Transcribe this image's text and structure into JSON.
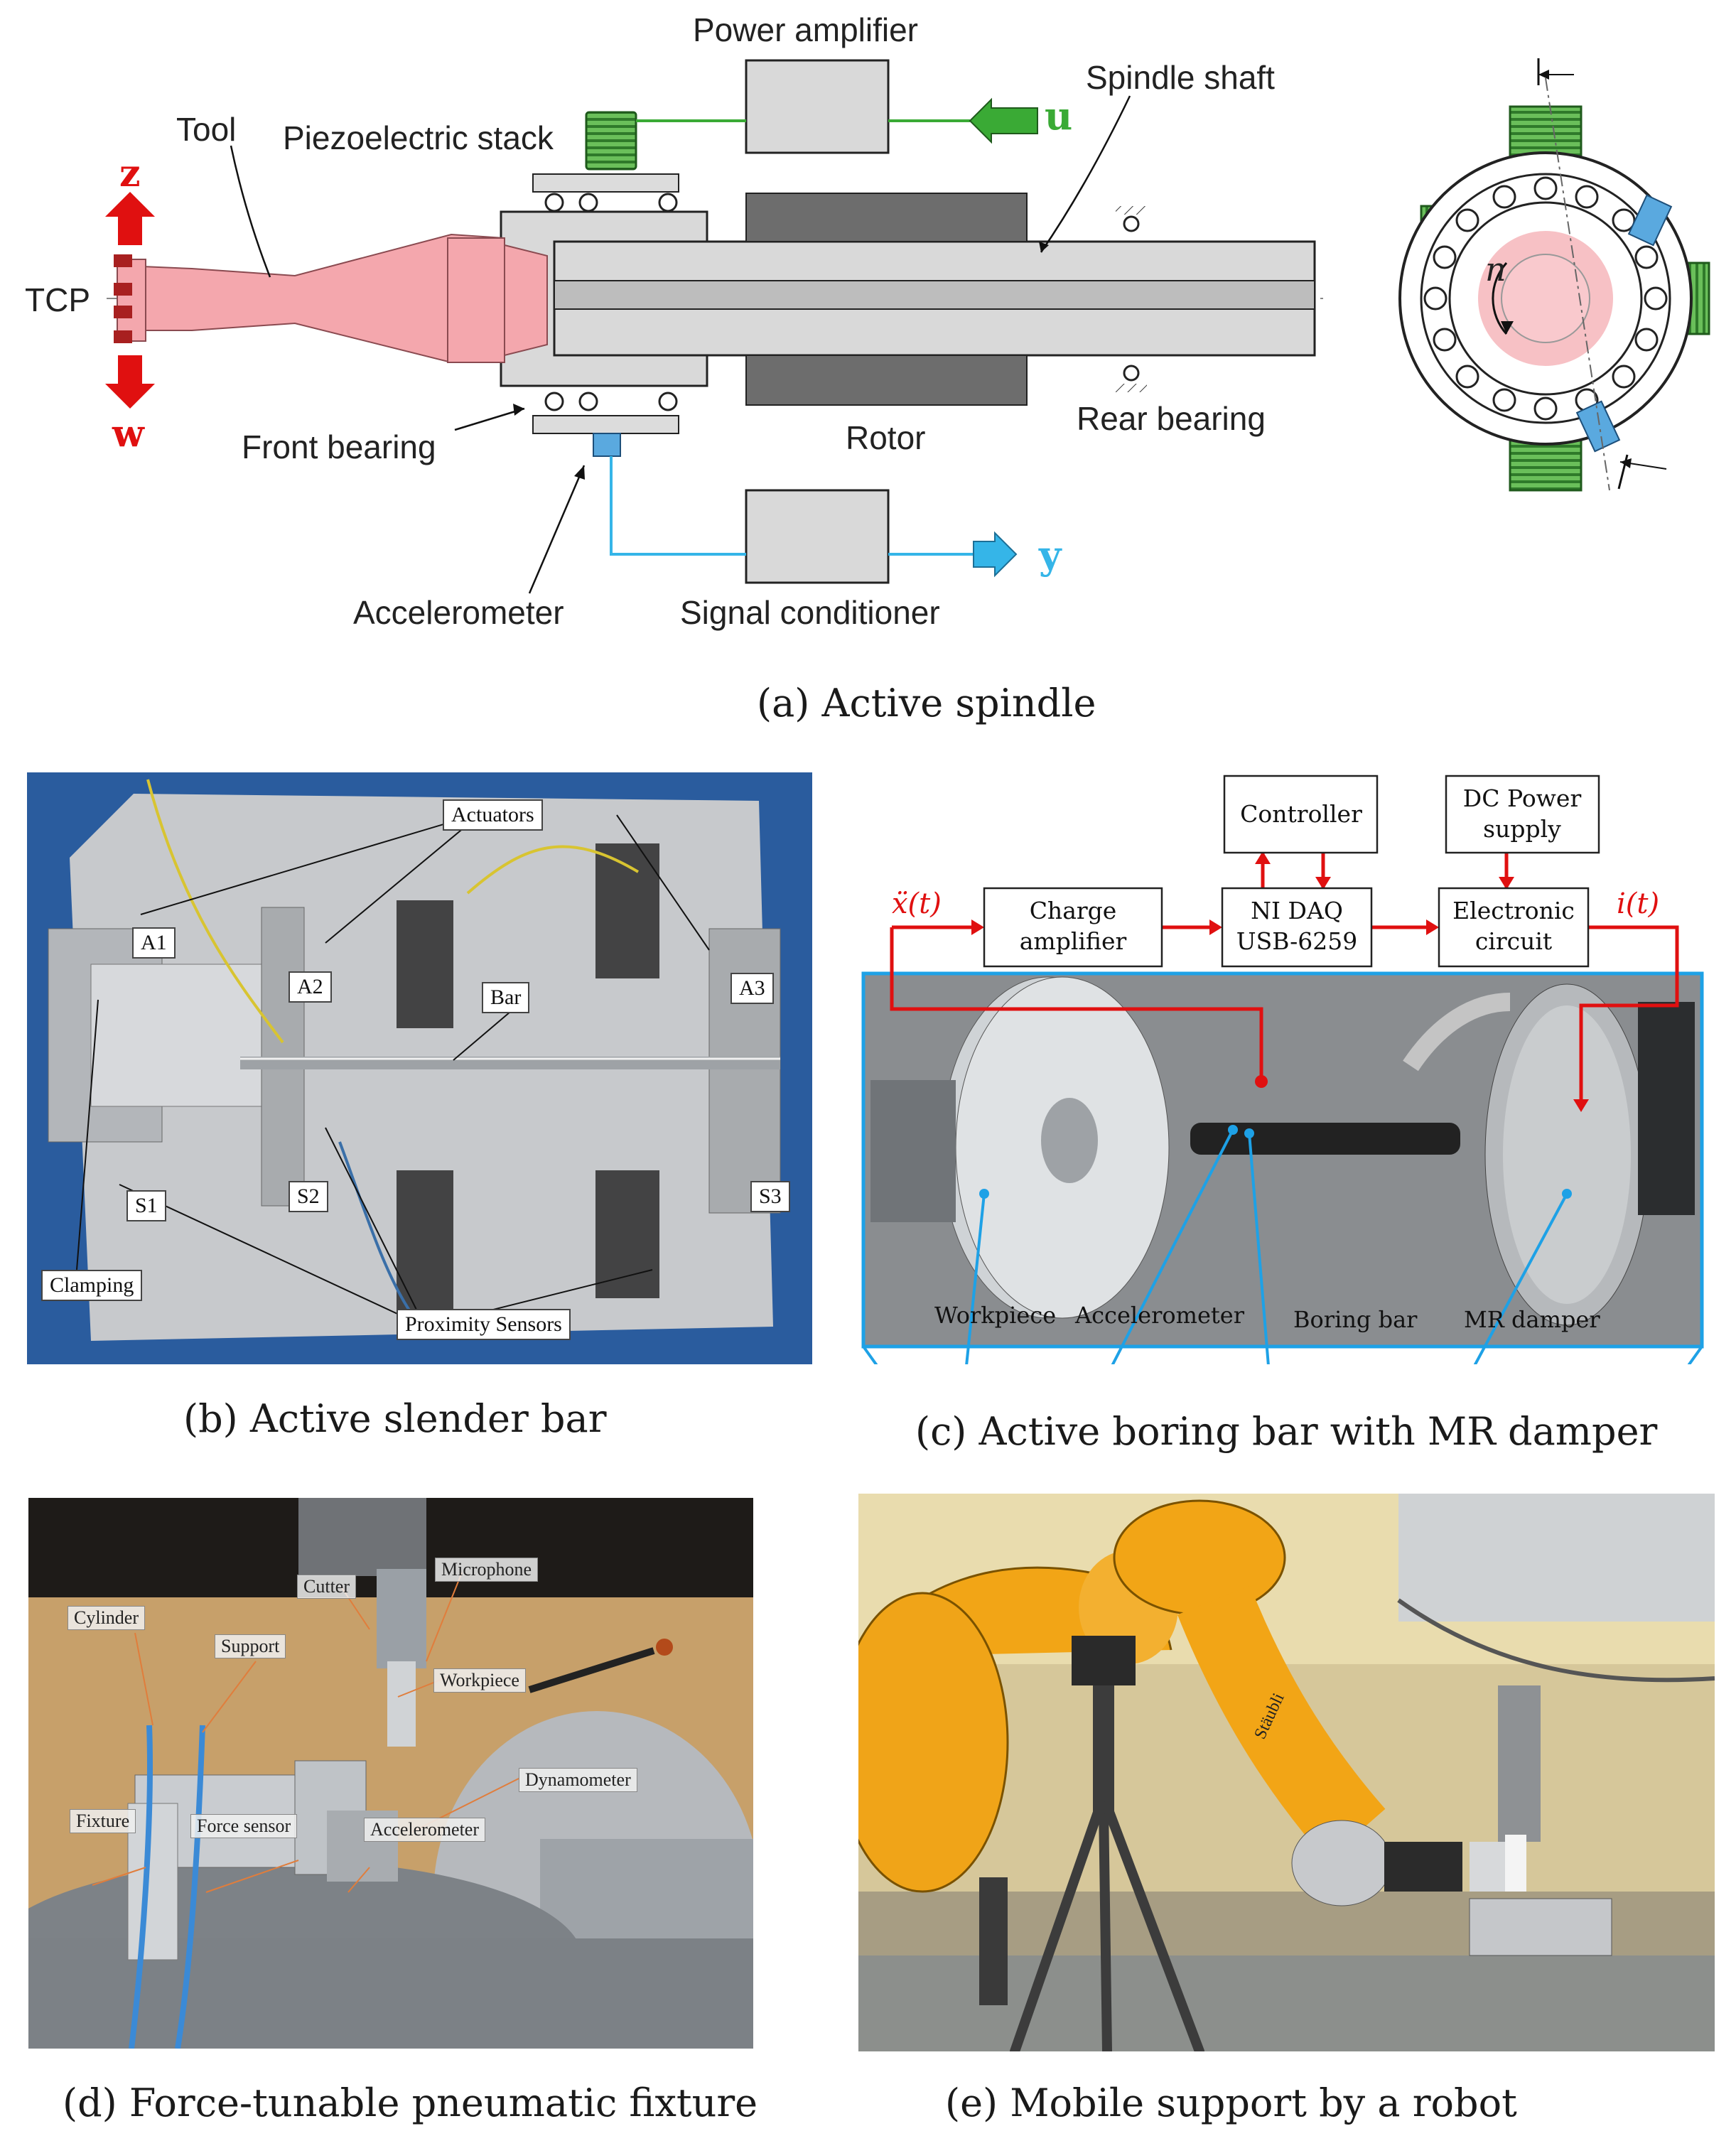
{
  "panel_a": {
    "caption": "(a) Active spindle",
    "labels": {
      "power_amplifier": "Power amplifier",
      "spindle_shaft": "Spindle shaft",
      "tool": "Tool",
      "piezo": "Piezoelectric stack",
      "tcp": "TCP",
      "z": "z",
      "w": "w",
      "u": "u",
      "y": "y",
      "front_bearing": "Front bearing",
      "rotor": "Rotor",
      "rear_bearing": "Rear bearing",
      "accelerometer": "Accelerometer",
      "signal_conditioner": "Signal conditioner",
      "n": "n"
    },
    "colors": {
      "tool": "#f4a7ad",
      "piezo": "#6abf5a",
      "sensor": "#5aa9df",
      "arrow_red": "#e01010",
      "arrow_green": "#3aaa35",
      "arrow_blue": "#35b5e8"
    }
  },
  "panel_b": {
    "caption": "(b) Active slender bar",
    "labels": {
      "actuators": "Actuators",
      "a1": "A1",
      "a2": "A2",
      "a3": "A3",
      "bar": "Bar",
      "s1": "S1",
      "s2": "S2",
      "s3": "S3",
      "clamping": "Clamping",
      "proximity": "Proximity Sensors"
    }
  },
  "panel_c": {
    "caption": "(c) Active boring bar with MR damper",
    "labels": {
      "controller": "Controller",
      "dc_power_1": "DC Power",
      "dc_power_2": "supply",
      "charge_1": "Charge",
      "charge_2": "amplifier",
      "nidaq_1": "NI DAQ",
      "nidaq_2": "USB-6259",
      "elec_1": "Electronic",
      "elec_2": "circuit",
      "xt": "ẍ(t)",
      "it": "i(t)",
      "workpiece": "Workpiece",
      "accelerometer": "Accelerometer",
      "boring_bar": "Boring bar",
      "mr_damper": "MR damper"
    }
  },
  "panel_d": {
    "caption": "(d) Force-tunable pneumatic fixture",
    "labels": {
      "cutter": "Cutter",
      "microphone": "Microphone",
      "cylinder": "Cylinder",
      "support": "Support",
      "workpiece": "Workpiece",
      "dynamometer": "Dynamometer",
      "fixture": "Fixture",
      "force_sensor": "Force sensor",
      "accelerometer": "Accelerometer"
    }
  },
  "panel_e": {
    "caption": "(e) Mobile support by a robot",
    "labels": {
      "brand": "Stäubli"
    }
  }
}
